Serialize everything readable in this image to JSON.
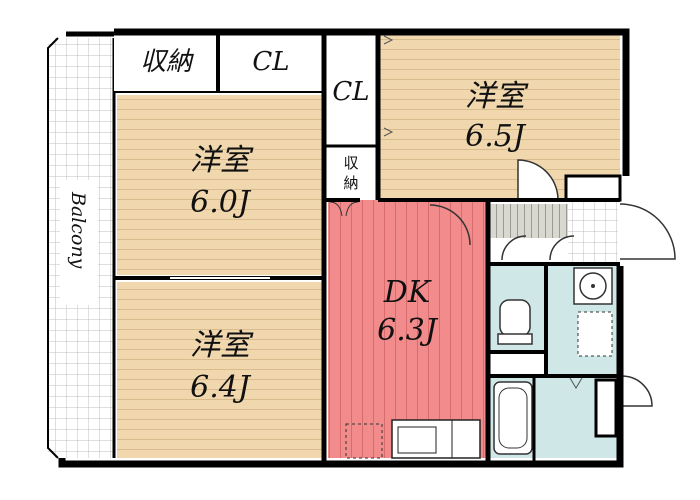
{
  "floorplan": {
    "rooms": {
      "bedroom_north_right": {
        "name": "洋室",
        "size": "6.5J"
      },
      "bedroom_north_left": {
        "name": "洋室",
        "size": "6.0J"
      },
      "bedroom_south_left": {
        "name": "洋室",
        "size": "6.4J"
      },
      "dining_kitchen": {
        "name": "DK",
        "size": "6.3J"
      }
    },
    "storage": {
      "top_left": "収納",
      "closet_top": "CL",
      "closet_center": "CL",
      "small_line1": "収",
      "small_line2": "納"
    },
    "balcony": "Balcony",
    "colors": {
      "wood_floor": "#F0D7AE",
      "wood_line": "#D9BC8E",
      "dk_floor": "#F28B8B",
      "dk_line": "#D86C6C",
      "wet_area": "#CFE7E7",
      "wall": "#000000",
      "balcony_grid": "#BFBFBF"
    }
  }
}
